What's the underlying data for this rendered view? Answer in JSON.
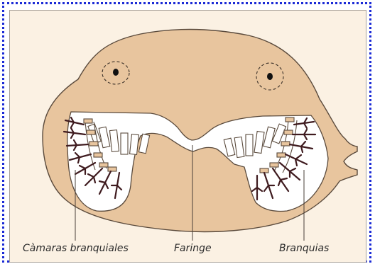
{
  "labels": {
    "gill_chambers": "Càmaras branquiales",
    "pharynx": "Faringe",
    "gills": "Branquias"
  },
  "colors": {
    "frame": "#1c2bd6",
    "panel_background": "#fbf1e3",
    "body_tissue": "#e8c59e",
    "outline": "#5a4a3c",
    "gill_filament": "#3f1b1f"
  }
}
